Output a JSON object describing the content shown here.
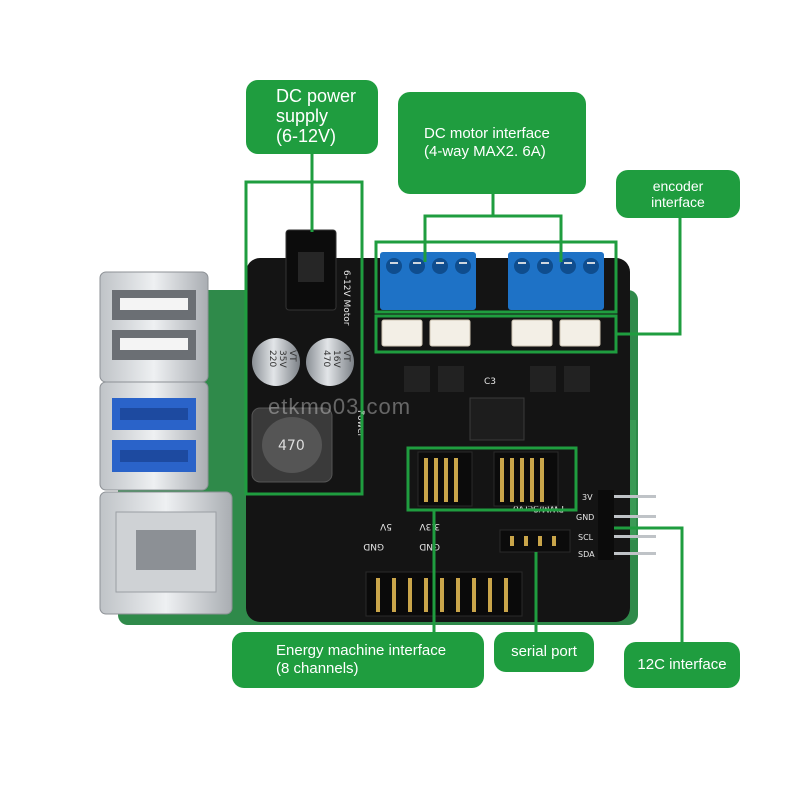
{
  "callouts": {
    "dc_power": {
      "lines": [
        "DC power",
        "supply",
        "(6-12V)"
      ]
    },
    "dc_motor": {
      "lines": [
        "DC motor interface",
        "(4-way MAX2. 6A)"
      ]
    },
    "encoder": {
      "lines": [
        "encoder",
        "interface"
      ]
    },
    "energy_machine": {
      "lines": [
        "Energy machine interface",
        "(8 channels)"
      ]
    },
    "serial_port": {
      "label": "serial port"
    },
    "i2c": {
      "label": "12C interface"
    }
  },
  "board_markings": {
    "motor_label": "6-12V Motor",
    "cap1": [
      "220",
      "35V",
      "VT"
    ],
    "cap2": [
      "470",
      "16V",
      "VT"
    ],
    "inductor": "470",
    "power_label": "Power",
    "header_labels": [
      "5V",
      "3.3V",
      "GND",
      "GND"
    ],
    "pwm_label": "PWM/Servo",
    "right_pins": [
      "3V",
      "GND",
      "SCL",
      "SDA"
    ],
    "chip_label": "C3"
  },
  "watermark": "etkmo03.com",
  "colors": {
    "accent_green": "#1f9d3f",
    "board_black": "#141414",
    "terminal_blue": "#1e72c6",
    "pi_green": "#2f8a4a"
  },
  "icons": [
    "dc-jack-icon",
    "capacitor-icon",
    "inductor-icon",
    "terminal-block-icon",
    "jst-connector-icon",
    "pin-header-icon",
    "usb-port-icon",
    "ethernet-port-icon",
    "chip-icon"
  ]
}
